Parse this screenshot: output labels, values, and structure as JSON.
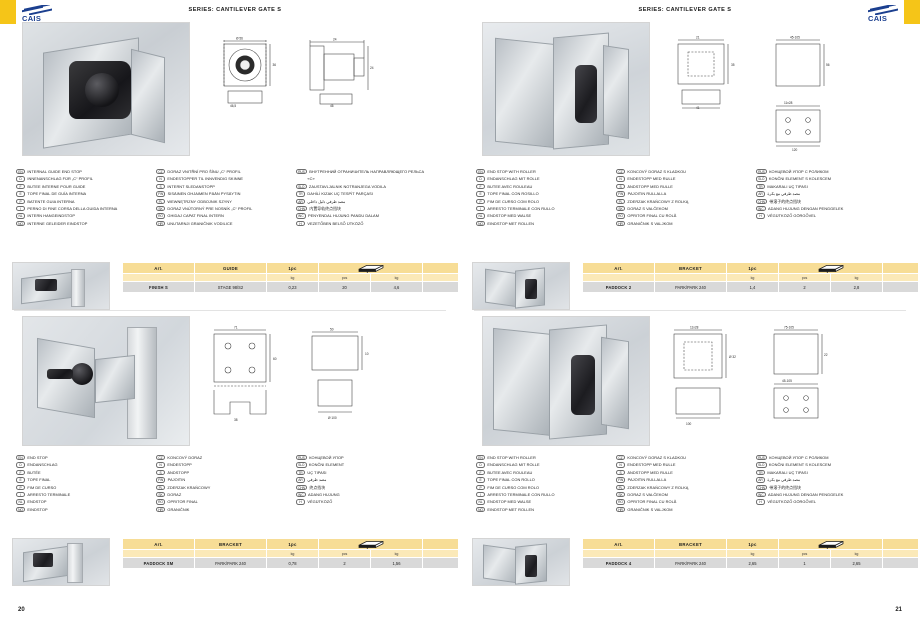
{
  "document": {
    "series_title": "SERIES: CANTILEVER GATE S",
    "brand": "CAIS",
    "accent_color": "#f5c518",
    "brand_color": "#1b3f8f",
    "table_header_color": "#f7dd96",
    "table_row_color": "#d9d9d9"
  },
  "pages": [
    {
      "number": "20"
    },
    {
      "number": "21"
    }
  ],
  "sections": [
    {
      "id": "internal-guide-end-stop",
      "legend": [
        [
          {
            "code": "EN",
            "text": "INTERNAL GUIDE END STOP"
          },
          {
            "code": "D",
            "text": "INNENANSCHLAG FÜR „C“ PROFIL"
          },
          {
            "code": "F",
            "text": "BUTEE INTERNE POUR GUIDE"
          },
          {
            "code": "E",
            "text": "TOPE FINAL DE GUÍA INTERNA"
          },
          {
            "code": "P",
            "text": "BATENTE GUIA INTERNA"
          },
          {
            "code": "I",
            "text": "PERNO DI FINE CORSA DELLA GUIDA INTERNA"
          },
          {
            "code": "NL",
            "text": "INTERN HANGEINDSTOP"
          },
          {
            "code": "NO",
            "text": "INTERNE GELEIDER EINDSTOP"
          }
        ],
        [
          {
            "code": "CZ",
            "text": "DORAZ VNITŘNÍ PRO ŠÍNU „C“ PROFIL"
          },
          {
            "code": "N",
            "text": "ENDESTOPPER TIL INNVENDIG SKINNE"
          },
          {
            "code": "S",
            "text": "INTERNT SLEDANSTOPP"
          },
          {
            "code": "FIN",
            "text": "SISÄINEN OHJAIMEN PÄÄN PYSÄYTIN"
          },
          {
            "code": "PL",
            "text": "WEWNĘTRZNY ODBOJNIK SZYNY"
          },
          {
            "code": "SK",
            "text": "DORAZ VNÚTORNÝ PRE NOSNÍK „C“ PROFIL"
          },
          {
            "code": "RO",
            "text": "GHIDAJ CAPAT FINAL INTERN"
          },
          {
            "code": "HR",
            "text": "UNUTARNJI GRANIČNIK VODILICE"
          }
        ],
        [
          {
            "code": "RUS",
            "text": "ВНУТРЕННИЙ ОГРАНИЧИТЕЛЬ НАПРАВЛЯЮЩЕГО РЕЛЬСА"
          },
          {
            "code": "",
            "text": "«С»"
          },
          {
            "code": "SLO",
            "text": "ZAUSTAVLJALNIK NOTRANJEGA VODILA"
          },
          {
            "code": "TR",
            "text": "DAHİLİ KIZAK UÇ TESPİT PARÇASI"
          },
          {
            "code": "AR",
            "text": "مصد طرفي دليل داخلي"
          },
          {
            "code": "CHN",
            "text": "内置导轨终点挡块"
          },
          {
            "code": "INC",
            "text": "PENYENDAL HUJUNG PANDU DALAM"
          },
          {
            "code": "H",
            "text": "VEZETŐBEN BELSŐ ÜTKÖZŐ"
          }
        ]
      ],
      "table": {
        "headers": [
          "Art.",
          "GUIDE",
          "1pc",
          "",
          "",
          ""
        ],
        "units": [
          "",
          "",
          "kg",
          "pcs",
          "kg",
          ""
        ],
        "rows": [
          [
            "FINISH S",
            "STAGE 98/S2",
            "0,23",
            "20",
            "4,6",
            ""
          ]
        ]
      }
    },
    {
      "id": "end-stop-with-roller-top",
      "legend": [
        [
          {
            "code": "EN",
            "text": "END STOP WITH ROLLER"
          },
          {
            "code": "D",
            "text": "ENDANSCHLAG MIT ROLLE"
          },
          {
            "code": "F",
            "text": "BUTEE AVEC ROULEAU"
          },
          {
            "code": "E",
            "text": "TOPE FINAL CON ROSILLO"
          },
          {
            "code": "P",
            "text": "FIM DE CURSO COM ROLO"
          },
          {
            "code": "I",
            "text": "ARRESTO TERMINALE CON RULLO"
          },
          {
            "code": "NL",
            "text": "ENDSTOP MED WALSE"
          },
          {
            "code": "NO",
            "text": "EINDSTOP MET ROLLEN"
          }
        ],
        [
          {
            "code": "CZ",
            "text": "KONCOVÝ DORAZ S KLADKOU"
          },
          {
            "code": "N",
            "text": "ENDESTOPP MED RULLE"
          },
          {
            "code": "S",
            "text": "ÄNDSTOPP MED RULLE"
          },
          {
            "code": "FIN",
            "text": "PAJOITIN RULLALLA"
          },
          {
            "code": "PL",
            "text": "ZDERZAK KRAŃCOWY Z ROLKĄ"
          },
          {
            "code": "SK",
            "text": "DORAZ S VALČEKOM"
          },
          {
            "code": "RO",
            "text": "OPRITOR FINAL CU ROLĂ"
          },
          {
            "code": "HR",
            "text": "GRANIČNIK S VALJKOM"
          }
        ],
        [
          {
            "code": "RUS",
            "text": "КОНЦЕВОЙ УПОР С РОЛИКОМ"
          },
          {
            "code": "SLO",
            "text": "KONČNI ELEMENT S KOLESCEM"
          },
          {
            "code": "TR",
            "text": "MAKARALI UÇ TIPASI"
          },
          {
            "code": "AR",
            "text": "مصد طرفي مع بكرة"
          },
          {
            "code": "CHN",
            "text": "带滚子的终点挡块"
          },
          {
            "code": "INC",
            "text": "ADANG HUJUNG DENGAN PENGGELEK"
          },
          {
            "code": "H",
            "text": "VÉGÜTKÖZŐ GÖRGŐVEL"
          }
        ]
      ],
      "table": {
        "headers": [
          "Art.",
          "BRACKET",
          "1pc",
          "",
          "",
          ""
        ],
        "units": [
          "",
          "",
          "kg",
          "pcs",
          "kg",
          ""
        ],
        "rows": [
          [
            "PADDOCK 2",
            "PARK/PARK 240",
            "1,4",
            "2",
            "2,8",
            ""
          ]
        ]
      }
    },
    {
      "id": "end-stop",
      "legend": [
        [
          {
            "code": "EN",
            "text": "END STOP"
          },
          {
            "code": "D",
            "text": "ENDANSCHLAG"
          },
          {
            "code": "F",
            "text": "BUTÉE"
          },
          {
            "code": "E",
            "text": "TOPE FINAL"
          },
          {
            "code": "P",
            "text": "FIM DE CURSO"
          },
          {
            "code": "I",
            "text": "ARRESTO TERMINALE"
          },
          {
            "code": "NL",
            "text": "ENDSTOP"
          },
          {
            "code": "NO",
            "text": "EINDSTOP"
          }
        ],
        [
          {
            "code": "CZ",
            "text": "KONCOVÝ DORAZ"
          },
          {
            "code": "N",
            "text": "ENDESTOPP"
          },
          {
            "code": "S",
            "text": "ÄNDSTOPP"
          },
          {
            "code": "FIN",
            "text": "PAJOITIN"
          },
          {
            "code": "PL",
            "text": "ZDERZAK KRAŃCOWY"
          },
          {
            "code": "SK",
            "text": "DORAZ"
          },
          {
            "code": "RO",
            "text": "OPRITOR FINAL"
          },
          {
            "code": "HR",
            "text": "GRANIČNIK"
          }
        ],
        [
          {
            "code": "RUS",
            "text": "КОНЦЕВОЙ УПОР"
          },
          {
            "code": "SLO",
            "text": "KONČNI ELEMENT"
          },
          {
            "code": "TR",
            "text": "UÇ TIPASI"
          },
          {
            "code": "AR",
            "text": "مصد طرفي"
          },
          {
            "code": "CHN",
            "text": "终点挡块"
          },
          {
            "code": "INC",
            "text": "ADANG HUJUNG"
          },
          {
            "code": "H",
            "text": "VÉGÜTKÖZŐ"
          }
        ]
      ],
      "table": {
        "headers": [
          "Art.",
          "BRACKET",
          "1pc",
          "",
          "",
          ""
        ],
        "units": [
          "",
          "",
          "kg",
          "pcs",
          "kg",
          ""
        ],
        "rows": [
          [
            "PADDOCK SM",
            "PARK/PARK 240",
            "0,78",
            "2",
            "1,56",
            ""
          ]
        ]
      }
    },
    {
      "id": "end-stop-with-roller-bottom",
      "legend": [
        [
          {
            "code": "EN",
            "text": "END STOP WITH ROLLER"
          },
          {
            "code": "D",
            "text": "ENDANSCHLAG MIT ROLLE"
          },
          {
            "code": "F",
            "text": "BUTEE AVEC ROULEAU"
          },
          {
            "code": "E",
            "text": "TOPE FINAL CON ROLLO"
          },
          {
            "code": "P",
            "text": "FIM DE CURSO COM ROLO"
          },
          {
            "code": "I",
            "text": "ARRESTO TERMINALE CON RULLO"
          },
          {
            "code": "NL",
            "text": "ENDSTOP MED WALSE"
          },
          {
            "code": "NO",
            "text": "EINDSTOP MET ROLLEN"
          }
        ],
        [
          {
            "code": "CZ",
            "text": "KONCOVÝ DORAZ S KLADKOU"
          },
          {
            "code": "N",
            "text": "ENDESTOPP MED RULLE"
          },
          {
            "code": "S",
            "text": "ÄNDSTOPP MED RULLE"
          },
          {
            "code": "FIN",
            "text": "PAJOITIN RULLALLA"
          },
          {
            "code": "PL",
            "text": "ZDERZAK KRAŃCOWY Z ROLKĄ"
          },
          {
            "code": "SK",
            "text": "DORAZ S VALČEKOM"
          },
          {
            "code": "RO",
            "text": "OPRITOR FINAL CU ROLĂ"
          },
          {
            "code": "HR",
            "text": "GRANIČNIK S VALJKOM"
          }
        ],
        [
          {
            "code": "RUS",
            "text": "КОНЦЕВОЙ УПОР С РОЛИКОМ"
          },
          {
            "code": "SLO",
            "text": "KONČNI ELEMENT S KOLESCEM"
          },
          {
            "code": "TR",
            "text": "MAKARALI UÇ TIPASI"
          },
          {
            "code": "AR",
            "text": "مصد طرفي مع بكرة"
          },
          {
            "code": "CHN",
            "text": "带滚子的终点挡块"
          },
          {
            "code": "INC",
            "text": "ADANG HUJUNG DENGAN PENGGELEK"
          },
          {
            "code": "H",
            "text": "VÉGÜTKÖZŐ GÖRGŐVEL"
          }
        ]
      ],
      "table": {
        "headers": [
          "Art.",
          "BRACKET",
          "1pc",
          "",
          "",
          ""
        ],
        "units": [
          "",
          "",
          "kg",
          "pcs",
          "kg",
          ""
        ],
        "rows": [
          [
            "PADDOCK 4",
            "PARK/PARK 240",
            "2,65",
            "1",
            "2,65",
            ""
          ]
        ]
      }
    }
  ],
  "dimensions": {
    "s1": [
      "Ø 56",
      "36",
      "24",
      "16",
      "46,5",
      "46"
    ],
    "s2": [
      "21",
      "35",
      "41",
      "11x28",
      "120",
      "45-105",
      "56"
    ],
    "s3": [
      "71",
      "60",
      "38",
      "11x28",
      "50",
      "Ø 100",
      "10"
    ],
    "s4": [
      "11x28",
      "120",
      "Ø 32",
      "75-105",
      "45-105",
      "100",
      "22"
    ]
  }
}
